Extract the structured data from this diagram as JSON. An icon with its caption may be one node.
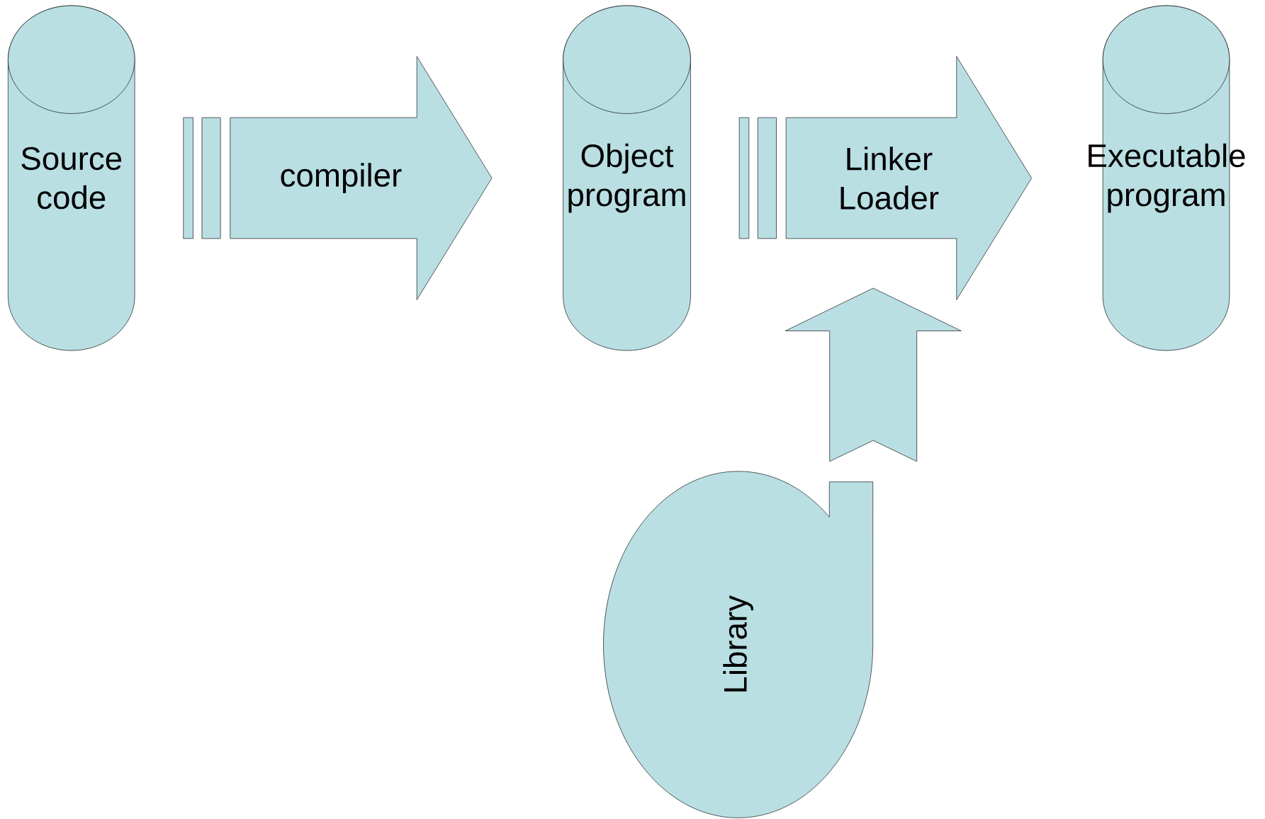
{
  "diagram": {
    "nodes": [
      {
        "text": [
          "Source code"
        ]
      },
      {
        "text": [
          "Object program"
        ]
      },
      {
        "text": [
          "Executable program"
        ]
      },
      {
        "text": [
          "Library"
        ]
      }
    ],
    "edges": [
      {
        "from": 0,
        "to": 1,
        "arrow": "to",
        "label": "compiler"
      },
      {
        "from": 1,
        "to": 2,
        "arrow": "to",
        "label": "Linker Loader"
      },
      {
        "from": 3,
        "to": null,
        "arrow": "to"
      }
    ]
  }
}
